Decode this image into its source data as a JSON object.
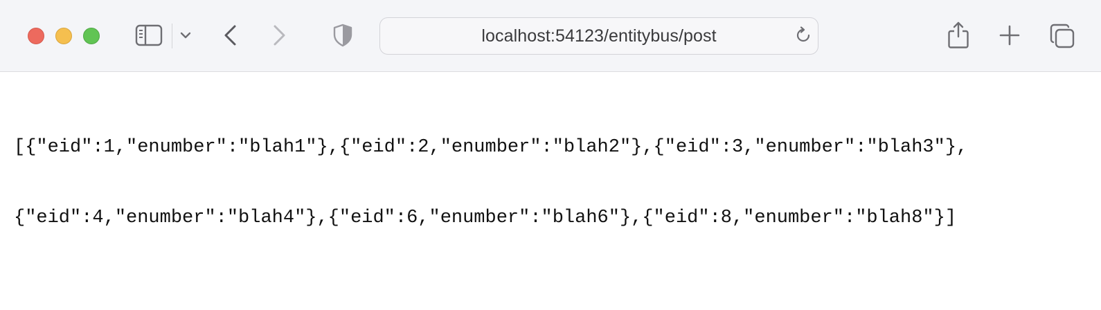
{
  "browser": {
    "address_bar": {
      "url": "localhost:54123/entitybus/post"
    },
    "icons": {
      "sidebar": "sidebar-icon",
      "sidebar_menu": "chevron-down-icon",
      "back": "chevron-left-icon",
      "forward": "chevron-right-icon",
      "privacy": "shield-icon",
      "reload": "reload-icon",
      "share": "share-icon",
      "new_tab": "plus-icon",
      "tabs_overview": "tabs-overview-icon"
    },
    "colors": {
      "close": "#ed6a5e",
      "minimize": "#f5bf4f",
      "maximize": "#61c454",
      "toolbar_bg": "#f4f5f8"
    }
  },
  "page": {
    "lines": [
      "[{\"eid\":1,\"enumber\":\"blah1\"},{\"eid\":2,\"enumber\":\"blah2\"},{\"eid\":3,\"enumber\":\"blah3\"},",
      "{\"eid\":4,\"enumber\":\"blah4\"},{\"eid\":6,\"enumber\":\"blah6\"},{\"eid\":8,\"enumber\":\"blah8\"}]"
    ]
  }
}
